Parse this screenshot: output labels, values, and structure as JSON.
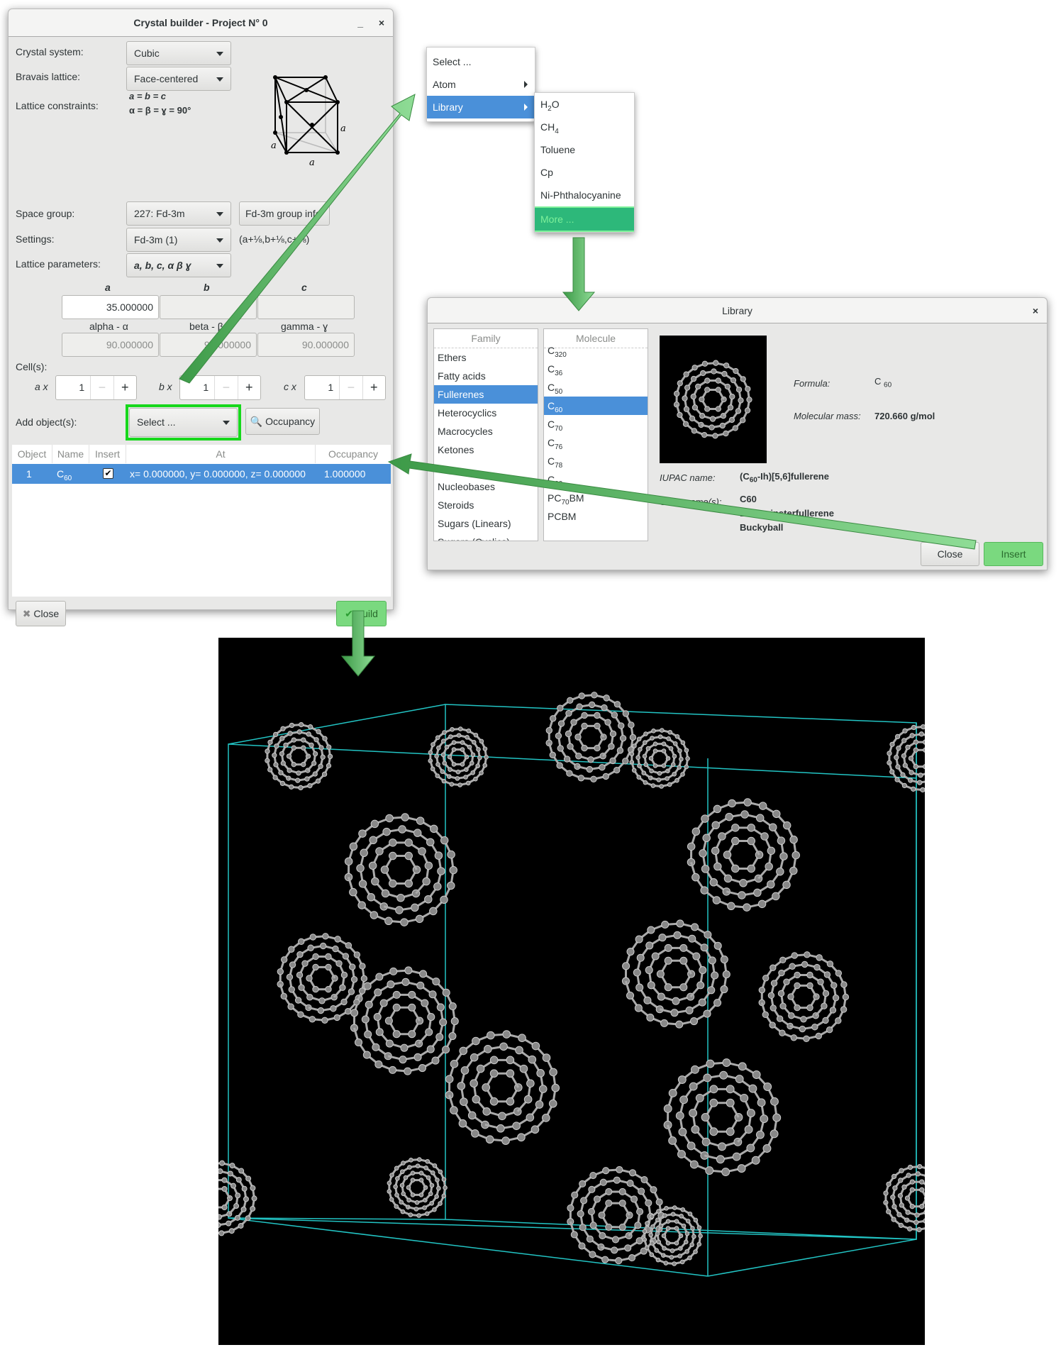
{
  "builder": {
    "title": "Crystal builder - Project N° 0",
    "minimize": "_",
    "close": "×",
    "crystal_system_label": "Crystal system:",
    "crystal_system": "Cubic",
    "bravais_label": "Bravais lattice:",
    "bravais": "Face-centered",
    "constraints_label": "Lattice constraints:",
    "constraint1": "a = b = c",
    "constraint2": "α = β = ɣ = 90°",
    "diagram_labels": [
      "a",
      "a",
      "a"
    ],
    "space_group_label": "Space group:",
    "space_group": "227: Fd-3m",
    "group_info_button": "Fd-3m group info",
    "settings_label": "Settings:",
    "settings": "Fd-3m (1)",
    "settings_note": "(a+⅛,b+⅛,c+⅛)",
    "lattice_params_label": "Lattice parameters:",
    "lattice_params": "a, b, c, α β ɣ",
    "param_headers": [
      "a",
      "b",
      "c"
    ],
    "param_values": [
      "35.000000",
      "",
      ""
    ],
    "angle_headers": [
      "alpha - α",
      "beta - β",
      "gamma - ɣ"
    ],
    "angle_values": [
      "90.000000",
      "90.000000",
      "90.000000"
    ],
    "cells_label": "Cell(s):",
    "cells": [
      {
        "label": "a x",
        "value": "1"
      },
      {
        "label": "b x",
        "value": "1"
      },
      {
        "label": "c x",
        "value": "1"
      }
    ],
    "minus": "−",
    "plus": "+",
    "add_objects_label": "Add object(s):",
    "add_select": "Select ...",
    "occupancy_button": "Occupancy",
    "table": {
      "headers": [
        "Object",
        "Name",
        "Insert",
        "At",
        "Occupancy"
      ],
      "rows": [
        {
          "object": "1",
          "name_base": "C",
          "name_sub": "60",
          "insert": true,
          "at": "x= 0.000000, y= 0.000000, z= 0.000000",
          "occupancy": "1.000000"
        }
      ]
    },
    "close_button": "Close",
    "build_button": "Build"
  },
  "menu": {
    "items": [
      {
        "label": "Select ..."
      },
      {
        "label": "Atom"
      },
      {
        "label": "Library"
      }
    ]
  },
  "submenu": {
    "items": [
      {
        "base": "H",
        "sub": "2",
        "tail": "O"
      },
      {
        "base": "CH",
        "sub": "4",
        "tail": ""
      },
      {
        "base": "Toluene",
        "sub": "",
        "tail": ""
      },
      {
        "base": "Cp",
        "sub": "",
        "tail": ""
      },
      {
        "base": "Ni-Phthalocyanine",
        "sub": "",
        "tail": ""
      }
    ],
    "more": "More ..."
  },
  "library": {
    "title": "Library",
    "close": "×",
    "family_header": "Family",
    "families": [
      "Ethers",
      "Fatty acids",
      "Fullerenes",
      "Heterocyclics",
      "Macrocycles",
      "Ketones",
      "",
      "Nucleobases",
      "Steroids",
      "Sugars (Linears)",
      "Sugars (Cyclics)"
    ],
    "family_selected": 2,
    "molecule_header": "Molecule",
    "molecules": [
      {
        "b": "C",
        "s": "320",
        "t": ""
      },
      {
        "b": "C",
        "s": "36",
        "t": ""
      },
      {
        "b": "C",
        "s": "50",
        "t": ""
      },
      {
        "b": "C",
        "s": "60",
        "t": ""
      },
      {
        "b": "C",
        "s": "70",
        "t": ""
      },
      {
        "b": "C",
        "s": "76",
        "t": ""
      },
      {
        "b": "C",
        "s": "78",
        "t": ""
      },
      {
        "b": "C",
        "s": "80",
        "t": ""
      },
      {
        "b": "PC",
        "s": "70",
        "t": "BM"
      },
      {
        "b": "PCBM",
        "s": "",
        "t": ""
      }
    ],
    "molecule_selected": 3,
    "formula_label": "Formula:",
    "formula_base": "C",
    "formula_sub": "60",
    "mass_label": "Molecular mass:",
    "mass": "720.660 g/mol",
    "iupac_label": "IUPAC name:",
    "iupac_pre": "(C",
    "iupac_sub": "60",
    "iupac_post": "-Ih)[5,6]fullerene",
    "other_label": "Other name(s):",
    "other_names": [
      "C60",
      "Buckminsterfullerene",
      "Buckyball"
    ],
    "close_button": "Close",
    "insert_button": "Insert"
  },
  "colors": {
    "accent": "#4a90d9",
    "highlight_green": "#17d81c",
    "arrow": "#5fb86a",
    "cell_edges": "#22c4c4"
  }
}
